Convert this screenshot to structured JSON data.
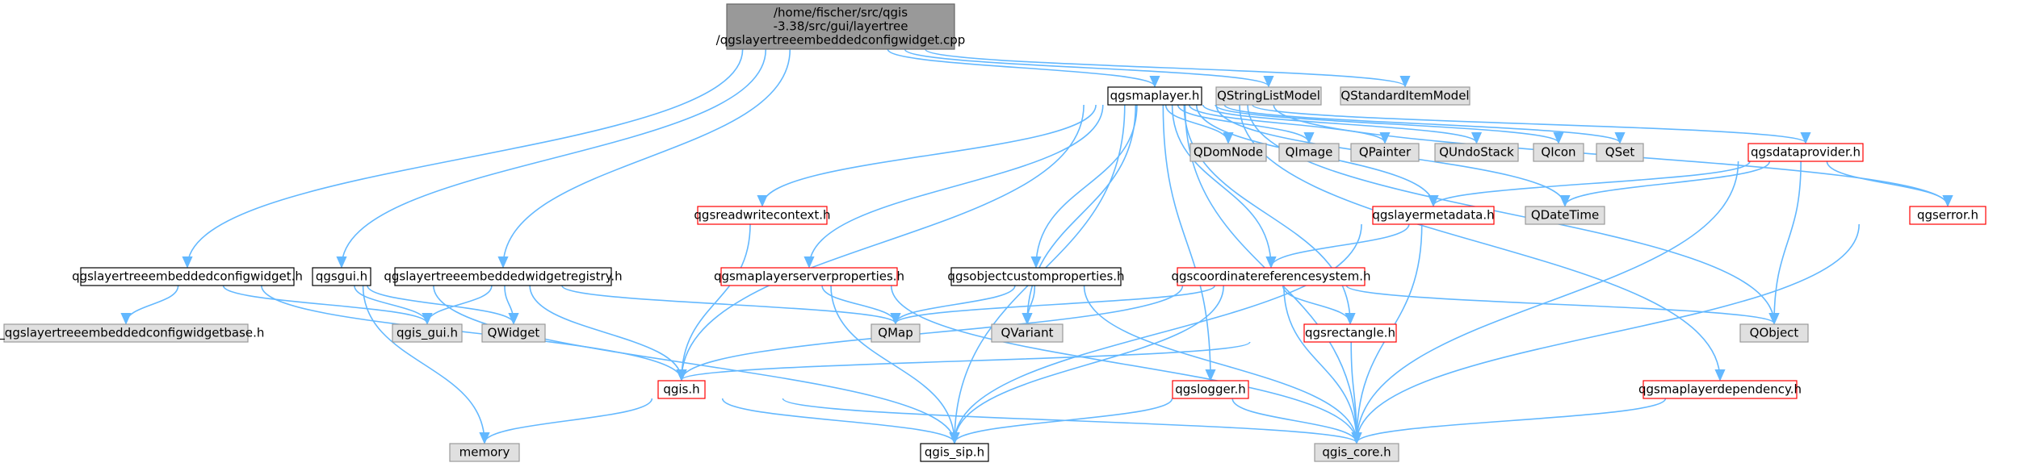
{
  "colors": {
    "edge": "#63b8ff",
    "root_fill": "#999999",
    "root_stroke": "#666666",
    "plain_fill": "#ffffff",
    "plain_stroke": "#000000",
    "linked_stroke": "#ff0000",
    "external_fill": "#e0e0e0",
    "external_stroke": "#999999"
  },
  "nodes": {
    "root": {
      "lines": [
        "/home/fischer/src/qgis",
        "-3.38/src/gui/layertree",
        "/qgslayertreeembeddedconfigwidget.cpp"
      ],
      "kind": "root"
    },
    "qgsmaplayer_h": {
      "lines": [
        "qgsmaplayer.h"
      ],
      "kind": "plain"
    },
    "QStringListModel": {
      "lines": [
        "QStringListModel"
      ],
      "kind": "external"
    },
    "QStandardItemModel": {
      "lines": [
        "QStandardItemModel"
      ],
      "kind": "external"
    },
    "QDomNode": {
      "lines": [
        "QDomNode"
      ],
      "kind": "external"
    },
    "QImage": {
      "lines": [
        "QImage"
      ],
      "kind": "external"
    },
    "QPainter": {
      "lines": [
        "QPainter"
      ],
      "kind": "external"
    },
    "QUndoStack": {
      "lines": [
        "QUndoStack"
      ],
      "kind": "external"
    },
    "QIcon": {
      "lines": [
        "QIcon"
      ],
      "kind": "external"
    },
    "QSet": {
      "lines": [
        "QSet"
      ],
      "kind": "external"
    },
    "qgsdataprovider_h": {
      "lines": [
        "qgsdataprovider.h"
      ],
      "kind": "linked"
    },
    "qgsreadwritecontext_h": {
      "lines": [
        "qgsreadwritecontext.h"
      ],
      "kind": "linked"
    },
    "qgslayermetadata_h": {
      "lines": [
        "qgslayermetadata.h"
      ],
      "kind": "linked"
    },
    "QDateTime": {
      "lines": [
        "QDateTime"
      ],
      "kind": "external"
    },
    "qgserror_h": {
      "lines": [
        "qgserror.h"
      ],
      "kind": "linked"
    },
    "qgslayertreeembeddedconfigwidget_h": {
      "lines": [
        "qgslayertreeembeddedconfigwidget.h"
      ],
      "kind": "plain"
    },
    "qgsgui_h": {
      "lines": [
        "qgsgui.h"
      ],
      "kind": "plain"
    },
    "qgslayertreeembeddedwidgetregistry_h": {
      "lines": [
        "qgslayertreeembeddedwidgetregistry.h"
      ],
      "kind": "plain"
    },
    "qgsmaplayerserverproperties_h": {
      "lines": [
        "qgsmaplayerserverproperties.h"
      ],
      "kind": "linked"
    },
    "qgsobjectcustomproperties_h": {
      "lines": [
        "qgsobjectcustomproperties.h"
      ],
      "kind": "plain"
    },
    "qgscoordinatereferencesystem_h": {
      "lines": [
        "qgscoordinatereferencesystem.h"
      ],
      "kind": "linked"
    },
    "ui_base_h": {
      "lines": [
        "ui_qgslayertreeembeddedconfigwidgetbase.h"
      ],
      "kind": "external"
    },
    "qgis_gui_h": {
      "lines": [
        "qgis_gui.h"
      ],
      "kind": "external"
    },
    "QWidget": {
      "lines": [
        "QWidget"
      ],
      "kind": "external"
    },
    "QMap": {
      "lines": [
        "QMap"
      ],
      "kind": "external"
    },
    "QVariant": {
      "lines": [
        "QVariant"
      ],
      "kind": "external"
    },
    "qgsrectangle_h": {
      "lines": [
        "qgsrectangle.h"
      ],
      "kind": "linked"
    },
    "QObject": {
      "lines": [
        "QObject"
      ],
      "kind": "external"
    },
    "qgis_h": {
      "lines": [
        "qgis.h"
      ],
      "kind": "linked"
    },
    "qgslogger_h": {
      "lines": [
        "qgslogger.h"
      ],
      "kind": "linked"
    },
    "qgsmaplayerdependency_h": {
      "lines": [
        "qgsmaplayerdependency.h"
      ],
      "kind": "linked"
    },
    "memory": {
      "lines": [
        "memory"
      ],
      "kind": "external"
    },
    "qgis_sip_h": {
      "lines": [
        "qgis_sip.h"
      ],
      "kind": "plain"
    },
    "qgis_core_h": {
      "lines": [
        "qgis_core.h"
      ],
      "kind": "external"
    }
  },
  "edges": [
    [
      "root",
      "qgsmaplayer_h"
    ],
    [
      "root",
      "QStringListModel"
    ],
    [
      "root",
      "QStandardItemModel"
    ],
    [
      "root",
      "qgslayertreeembeddedconfigwidget_h"
    ],
    [
      "root",
      "qgsgui_h"
    ],
    [
      "root",
      "qgslayertreeembeddedwidgetregistry_h"
    ],
    [
      "qgsmaplayer_h",
      "QDomNode"
    ],
    [
      "qgsmaplayer_h",
      "QImage"
    ],
    [
      "qgsmaplayer_h",
      "QPainter"
    ],
    [
      "qgsmaplayer_h",
      "QUndoStack"
    ],
    [
      "qgsmaplayer_h",
      "QIcon"
    ],
    [
      "qgsmaplayer_h",
      "QSet"
    ],
    [
      "qgsmaplayer_h",
      "qgsdataprovider_h"
    ],
    [
      "qgsmaplayer_h",
      "qgserror_h"
    ],
    [
      "qgsmaplayer_h",
      "QObject"
    ],
    [
      "qgsmaplayer_h",
      "qgsreadwritecontext_h"
    ],
    [
      "qgsmaplayer_h",
      "qgsmaplayerserverproperties_h"
    ],
    [
      "qgsmaplayer_h",
      "qgsobjectcustomproperties_h"
    ],
    [
      "qgsmaplayer_h",
      "qgscoordinatereferencesystem_h"
    ],
    [
      "qgsmaplayer_h",
      "qgslayermetadata_h"
    ],
    [
      "qgsmaplayer_h",
      "QDateTime"
    ],
    [
      "qgsmaplayer_h",
      "qgsrectangle_h"
    ],
    [
      "qgsmaplayer_h",
      "QVariant"
    ],
    [
      "qgsmaplayer_h",
      "qgis_h"
    ],
    [
      "qgsmaplayer_h",
      "qgis_sip_h"
    ],
    [
      "qgsmaplayer_h",
      "qgslogger_h"
    ],
    [
      "qgsmaplayer_h",
      "qgsmaplayerdependency_h"
    ],
    [
      "qgsmaplayer_h",
      "qgis_core_h"
    ],
    [
      "qgsdataprovider_h",
      "qgslayermetadata_h"
    ],
    [
      "qgsdataprovider_h",
      "QDateTime"
    ],
    [
      "qgsdataprovider_h",
      "qgserror_h"
    ],
    [
      "qgsdataprovider_h",
      "QObject"
    ],
    [
      "qgsdataprovider_h",
      "qgis_core_h"
    ],
    [
      "qgserror_h",
      "qgis_core_h"
    ],
    [
      "qgslayermetadata_h",
      "qgscoordinatereferencesystem_h"
    ],
    [
      "qgslayermetadata_h",
      "qgis_core_h"
    ],
    [
      "qgslayermetadata_h",
      "qgis_sip_h"
    ],
    [
      "qgsreadwritecontext_h",
      "qgis_h"
    ],
    [
      "qgslayertreeembeddedconfigwidget_h",
      "ui_base_h"
    ],
    [
      "qgslayertreeembeddedconfigwidget_h",
      "qgis_gui_h"
    ],
    [
      "qgslayertreeembeddedconfigwidget_h",
      "qgis_h"
    ],
    [
      "qgsgui_h",
      "qgis_gui_h"
    ],
    [
      "qgsgui_h",
      "QWidget"
    ],
    [
      "qgsgui_h",
      "memory"
    ],
    [
      "qgsgui_h",
      "qgis_sip_h"
    ],
    [
      "qgslayertreeembeddedwidgetregistry_h",
      "qgis_gui_h"
    ],
    [
      "qgslayertreeembeddedwidgetregistry_h",
      "QWidget"
    ],
    [
      "qgslayertreeembeddedwidgetregistry_h",
      "QMap"
    ],
    [
      "qgslayertreeembeddedwidgetregistry_h",
      "qgis_h"
    ],
    [
      "qgsmaplayerserverproperties_h",
      "QMap"
    ],
    [
      "qgsmaplayerserverproperties_h",
      "qgis_sip_h"
    ],
    [
      "qgsmaplayerserverproperties_h",
      "qgis_core_h"
    ],
    [
      "qgsobjectcustomproperties_h",
      "QMap"
    ],
    [
      "qgsobjectcustomproperties_h",
      "QVariant"
    ],
    [
      "qgsobjectcustomproperties_h",
      "qgis_core_h"
    ],
    [
      "qgscoordinatereferencesystem_h",
      "QMap"
    ],
    [
      "qgscoordinatereferencesystem_h",
      "qgsrectangle_h"
    ],
    [
      "qgscoordinatereferencesystem_h",
      "QObject"
    ],
    [
      "qgscoordinatereferencesystem_h",
      "qgis_h"
    ],
    [
      "qgscoordinatereferencesystem_h",
      "qgis_sip_h"
    ],
    [
      "qgscoordinatereferencesystem_h",
      "qgis_core_h"
    ],
    [
      "qgsrectangle_h",
      "qgis_h"
    ],
    [
      "qgsrectangle_h",
      "qgis_core_h"
    ],
    [
      "qgis_h",
      "memory"
    ],
    [
      "qgis_h",
      "qgis_sip_h"
    ],
    [
      "qgis_h",
      "qgis_core_h"
    ],
    [
      "qgslogger_h",
      "qgis_sip_h"
    ],
    [
      "qgslogger_h",
      "qgis_core_h"
    ],
    [
      "qgsmaplayerdependency_h",
      "qgis_core_h"
    ]
  ]
}
